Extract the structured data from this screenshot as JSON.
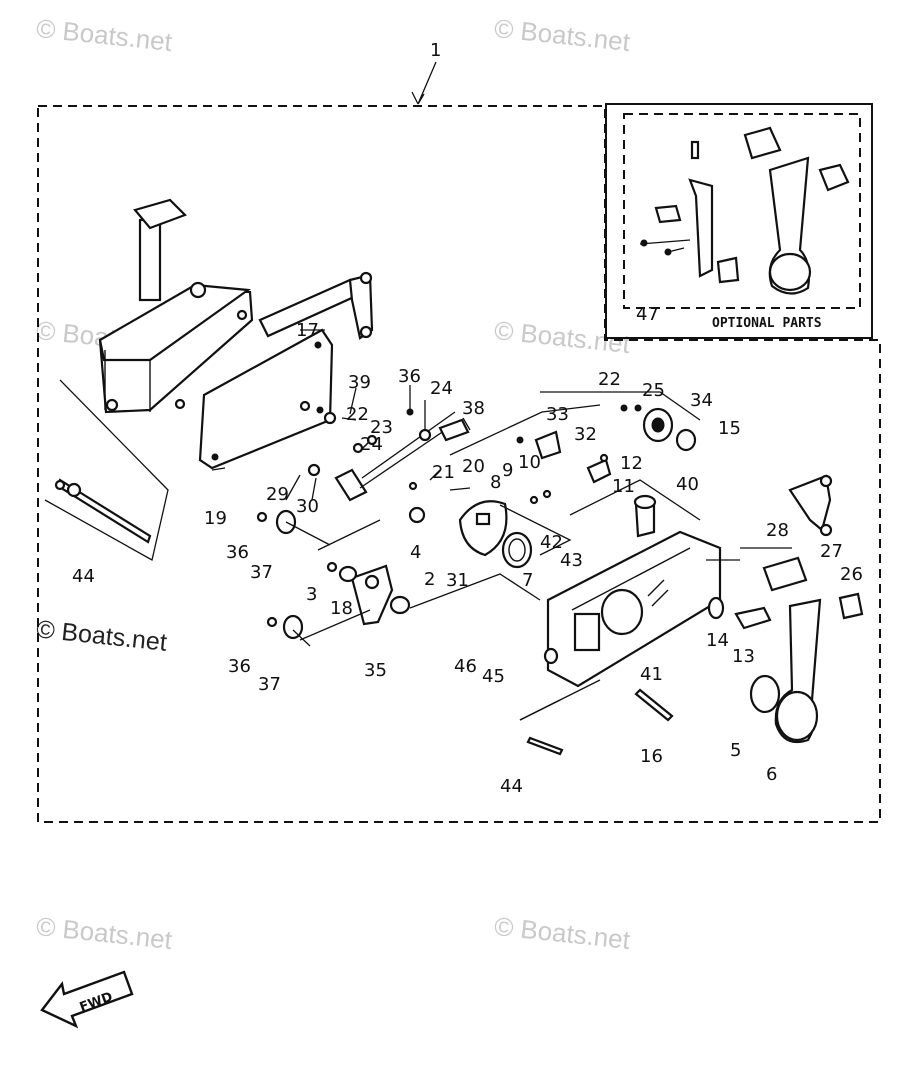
{
  "watermarks": [
    "© Boats.net",
    "© Boats.net",
    "© Boats.net",
    "© Boats.net",
    "© Boats.net",
    "© Boats.net",
    "© Boats.net"
  ],
  "labels": {
    "n1": "1",
    "n2": "2",
    "n3": "3",
    "n4": "4",
    "n5": "5",
    "n6": "6",
    "n7": "7",
    "n8": "8",
    "n9": "9",
    "n10": "10",
    "n11": "11",
    "n12": "12",
    "n13": "13",
    "n14": "14",
    "n15": "15",
    "n16": "16",
    "n17": "17",
    "n18": "18",
    "n19": "19",
    "n20": "20",
    "n21": "21",
    "n22a": "22",
    "n22b": "22",
    "n23": "23",
    "n24a": "24",
    "n24b": "24",
    "n25": "25",
    "n26": "26",
    "n27": "27",
    "n28": "28",
    "n29": "29",
    "n30": "30",
    "n31": "31",
    "n32": "32",
    "n33": "33",
    "n34": "34",
    "n35": "35",
    "n36a": "36",
    "n36b": "36",
    "n36c": "36",
    "n37a": "37",
    "n37b": "37",
    "n38": "38",
    "n39": "39",
    "n40": "40",
    "n41": "41",
    "n42": "42",
    "n43": "43",
    "n44a": "44",
    "n44b": "44",
    "n45": "45",
    "n46": "46",
    "n47": "47"
  },
  "optional_parts_label": "OPTIONAL PARTS",
  "fwd_label": "FWD"
}
